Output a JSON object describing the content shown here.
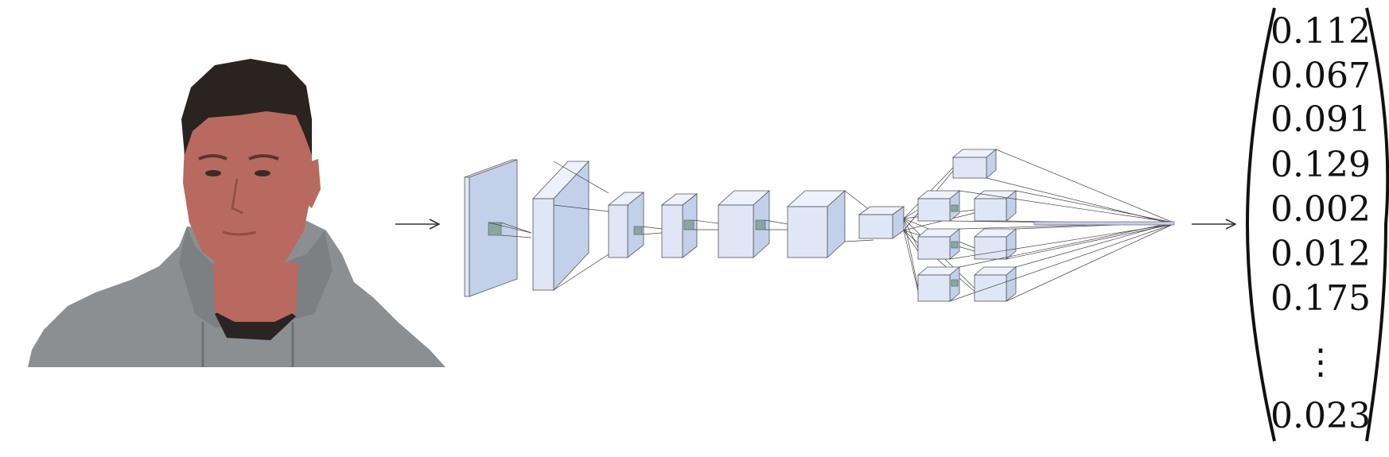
{
  "input": {
    "icon": "person-photo",
    "skin_tint": "#b86a60",
    "hair_color": "#2b2320",
    "hoodie_color": "#8b8f92",
    "shirt_color": "#2a2423"
  },
  "network": {
    "block_fill": "#dfe7f7",
    "block_side": "#c3d0ea",
    "block_top": "#ecf1fb",
    "edge_color": "#444444",
    "kernel_color": "#8aa6a0"
  },
  "output": {
    "values": [
      "0.112",
      "0.067",
      "0.091",
      "0.129",
      "0.002",
      "0.012",
      "0.175"
    ],
    "ellipsis": "⋮",
    "last_value": "0.023"
  },
  "arrows": {
    "color": "#333333"
  }
}
